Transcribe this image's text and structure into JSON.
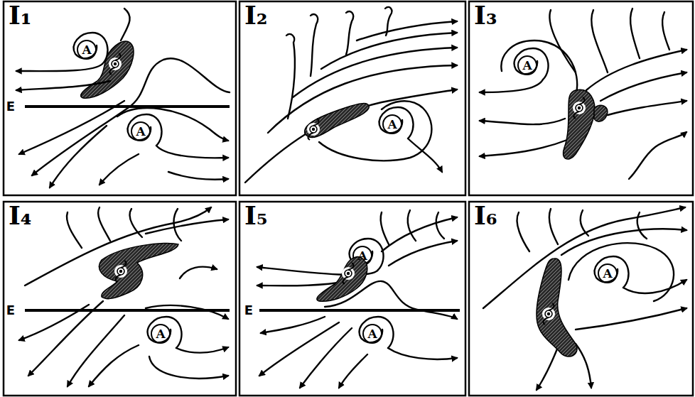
{
  "diagram": {
    "labels": [
      "I₁",
      "A",
      "A",
      "E",
      "I₂",
      "A",
      "I₃",
      "A",
      "I₄",
      "A",
      "E",
      "I₅",
      "A",
      "A",
      "E",
      "I₆",
      "A"
    ]
  }
}
